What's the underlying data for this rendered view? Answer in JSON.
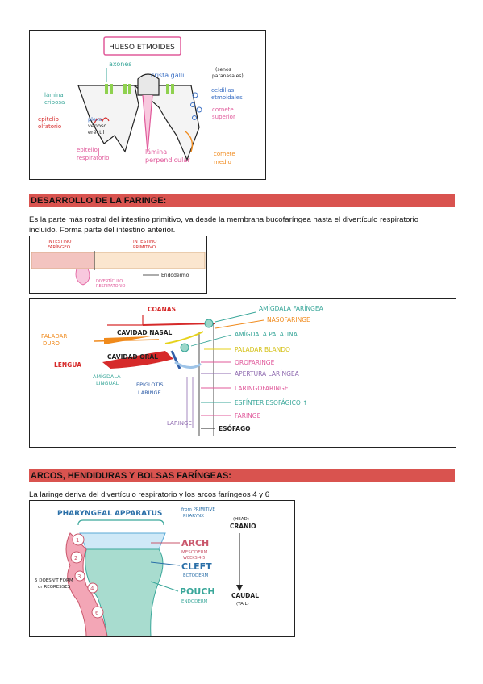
{
  "ethmoid": {
    "title": "HUESO ETMOIDES",
    "labels": {
      "axones": "axones",
      "crista": "crista galli",
      "senos": "(senos",
      "senos2": "paranasales)",
      "celdillas": "celdillas",
      "celdillas2": "etmoidales",
      "cornete_sup": "cornete",
      "cornete_sup2": "superior",
      "lamina_cribosa": "lámina",
      "lamina_cribosa2": "cribosa",
      "epitelio_olf": "epitelio",
      "epitelio_olf2": "olfatorio",
      "plexo": "plexo",
      "plexo2": "venoso",
      "plexo3": "eréctil",
      "epitelio_resp": "epitelio",
      "epitelio_resp2": "respiratorio",
      "lamina_perp": "lámina",
      "lamina_perp2": "perpendicular",
      "cornete_medio": "cornete",
      "cornete_medio2": "medio"
    }
  },
  "section1": {
    "title": "DESARROLLO DE LA FARINGE:",
    "paragraph_line1": "Es la parte más rostral del intestino primitivo, va desde la membrana bucofaríngea hasta el divertículo respiratorio",
    "paragraph_line2": "incluido. Forma parte del intestino anterior."
  },
  "intestine": {
    "left_label": "INTESTINO",
    "left_label2": "FARÍNGEO",
    "right_label": "INTESTINO",
    "right_label2": "PRIMITIVO",
    "endoderm": "Endodermo",
    "diverticle": "DIVERTÍCULO",
    "diverticle2": "RESPIRATORIO"
  },
  "pharynx": {
    "coanas": "COANAS",
    "amigdala_faringea": "AMÍGDALA FARÍNGEA",
    "nasofaringe": "NASOFARINGE",
    "cavidad_nasal": "CAVIDAD NASAL",
    "amigdala_palatina": "AMÍGDALA PALATINA",
    "paladar_duro": "PALADAR",
    "paladar_duro2": "DURO",
    "paladar_blando": "PALADAR BLANDO",
    "cavidad_oral": "CAVIDAD ORAL",
    "orofaringe": "OROFARINGE",
    "lengua": "LENGUA",
    "apertura": "APERTURA LARÍNGEA",
    "amigdala_lingual": "AMÍGDALA",
    "amigdala_lingual2": "LINGUAL",
    "epiglotis": "EPIGLOTIS",
    "epiglotis2": "LARINGE",
    "laringofaringe": "LARINGOFARINGE",
    "esfinter": "ESFÍNTER ESOFÁGICO ↑",
    "faringe": "FARINGE",
    "laringe": "LARINGE",
    "esofago": "ESÓFAGO"
  },
  "section2": {
    "title": "ARCOS, HENDIDURAS Y BOLSAS FARÍNGEAS:",
    "paragraph": "La laringe deriva del divertículo respiratorio y los arcos faríngeos 4 y 6"
  },
  "apparatus": {
    "title": "PHARYNGEAL APPARATUS",
    "primitive": "from PRIMITIVE",
    "primitive2": "PHARYNX",
    "head": "(HEAD)",
    "cranio": "CRANIO",
    "arch": "ARCH",
    "mesoderm": "MESODERM",
    "weeks": "WEEKS 4-5",
    "cleft": "CLEFT",
    "ectoderm": "ECTODERM",
    "pouch": "POUCH",
    "endoderm": "ENDODERM",
    "caudal": "CAUDAL",
    "tail": "(TAIL)",
    "note": "5 DOESN'T FORM",
    "note2": "or REGRESSES",
    "n1": "1",
    "n2": "2",
    "n3": "3",
    "n4": "4",
    "n6": "6"
  },
  "colors": {
    "section_bar": "#d9534f",
    "teal": "#3aa79a",
    "pink": "#e0589a",
    "red": "#d62a2a",
    "orange": "#f08a1c",
    "yellow": "#e6d21a",
    "purple": "#8f6bb0",
    "blue": "#2f5ea8"
  }
}
